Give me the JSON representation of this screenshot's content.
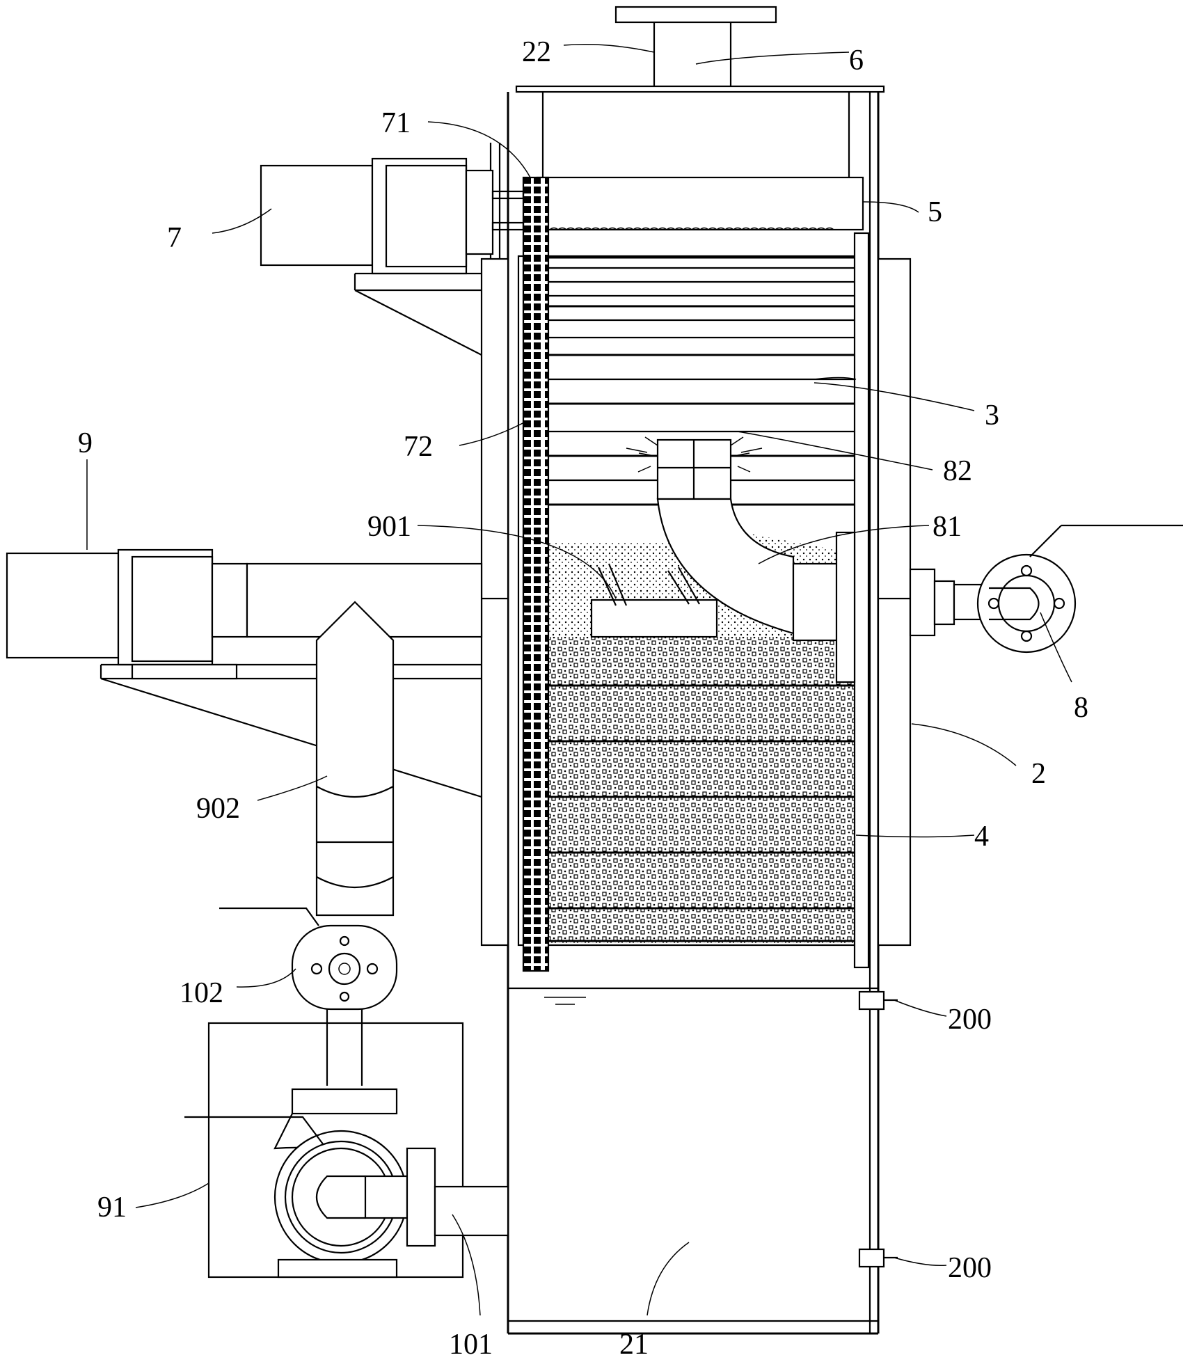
{
  "labels": {
    "l22": "22",
    "l6": "6",
    "l71": "71",
    "l7": "7",
    "l5": "5",
    "l3": "3",
    "l72": "72",
    "l82": "82",
    "l9": "9",
    "l901": "901",
    "l81": "81",
    "l8": "8",
    "l2": "2",
    "l902": "902",
    "l4": "4",
    "l102": "102",
    "l200a": "200",
    "l200b": "200",
    "l91": "91",
    "l101": "101",
    "l21": "21"
  }
}
